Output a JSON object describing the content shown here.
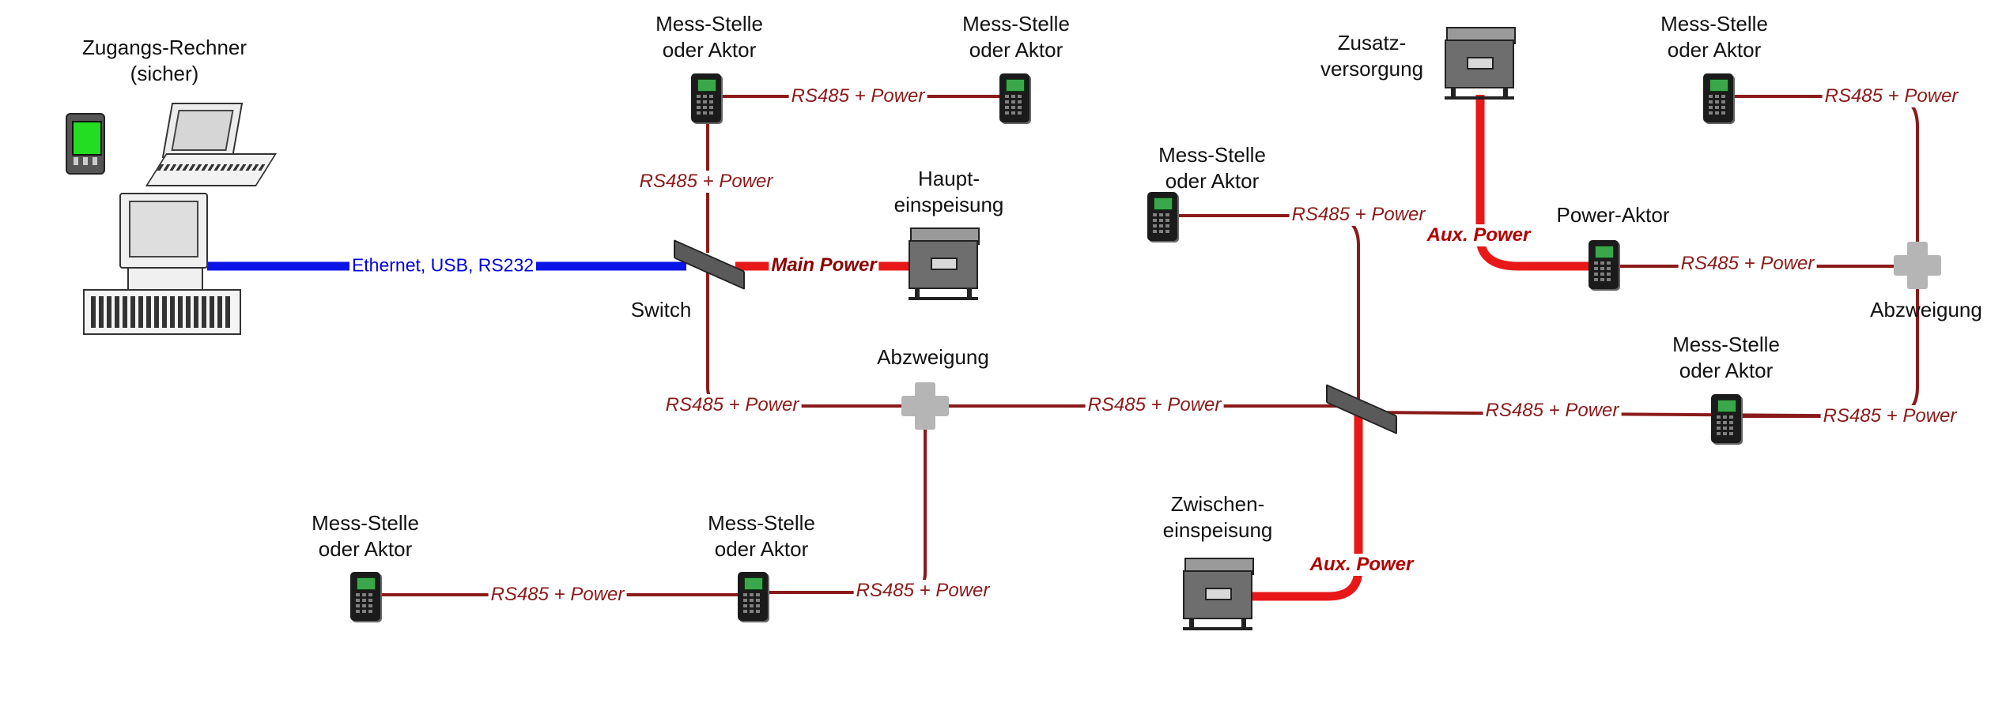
{
  "diagram": {
    "nodes": [
      {
        "id": "access",
        "label": "Zugangs-Rechner\n(sicher)"
      },
      {
        "id": "ms1",
        "label": "Mess-Stelle\noder Aktor"
      },
      {
        "id": "ms2",
        "label": "Mess-Stelle\noder Aktor"
      },
      {
        "id": "main_supply",
        "label": "Haupt-\neinspeisung"
      },
      {
        "id": "switch1",
        "label": "Switch"
      },
      {
        "id": "branch1",
        "label": "Abzweigung"
      },
      {
        "id": "ms3",
        "label": "Mess-Stelle\noder Aktor"
      },
      {
        "id": "ms4",
        "label": "Mess-Stelle\noder Aktor"
      },
      {
        "id": "ms5",
        "label": "Mess-Stelle\noder Aktor"
      },
      {
        "id": "aux_supply1",
        "label": "Zusatz-\nversorgung"
      },
      {
        "id": "power_actor",
        "label": "Power-Aktor"
      },
      {
        "id": "ms6",
        "label": "Mess-Stelle\noder Aktor"
      },
      {
        "id": "branch2",
        "label": "Abzweigung"
      },
      {
        "id": "ms7",
        "label": "Mess-Stelle\noder Aktor"
      },
      {
        "id": "aux_supply2",
        "label": "Zwischen-\neinspeisung"
      }
    ],
    "links": {
      "ethernet": "Ethernet, USB, RS232",
      "rs485": "RS485 + Power",
      "main_power": "Main Power",
      "aux_power": "Aux. Power"
    },
    "colors": {
      "ethernet": "#0a14e6",
      "bus": "#8b1a1a",
      "power": "#e81818"
    }
  }
}
